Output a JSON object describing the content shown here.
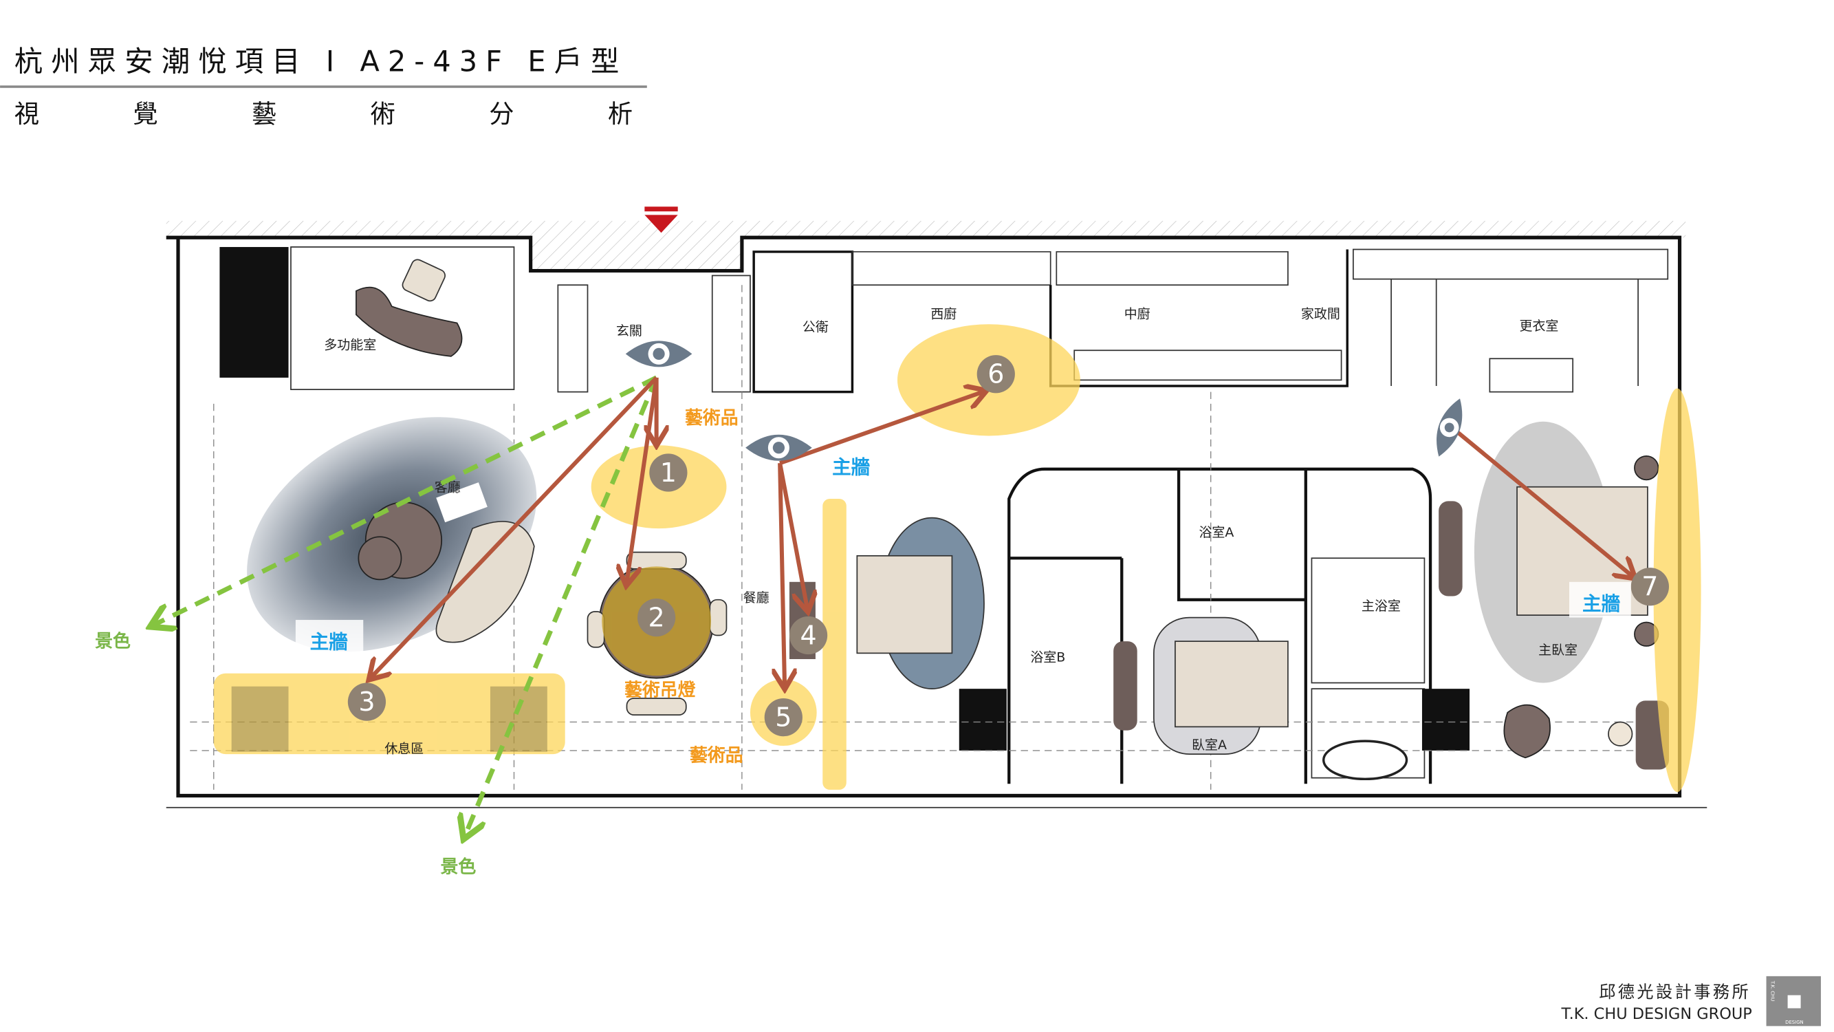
{
  "header": {
    "title": "杭州眾安潮悅項目 I A2-43F E戶型",
    "subtitle_chars": [
      "視",
      "覺",
      "藝",
      "術",
      "分",
      "析"
    ]
  },
  "rooms": {
    "multi": "多功能室",
    "foyer": "玄關",
    "public_wc": "公衛",
    "west_kitchen": "西廚",
    "chinese_kitchen": "中廚",
    "utility": "家政間",
    "closet": "更衣室",
    "living": "客廳",
    "dining": "餐廳",
    "bath_a": "浴室A",
    "bath_b": "浴室B",
    "master_bath": "主浴室",
    "bedroom_a": "臥室A",
    "master_bedroom": "主臥室",
    "lounge": "休息區"
  },
  "annotations": {
    "artwork_1": "藝術品",
    "artwork_2": "藝術品",
    "main_wall_1": "主牆",
    "main_wall_2": "主牆",
    "main_wall_3": "主牆",
    "art_chandelier": "藝術吊燈",
    "view_1": "景色",
    "view_2": "景色"
  },
  "markers": [
    "1",
    "2",
    "3",
    "4",
    "5",
    "6",
    "7"
  ],
  "colors": {
    "highlight": "#fdd65a",
    "arrow": "#b5573d",
    "sightline": "#85c440",
    "marker": "#8f8273",
    "eye": "#6b7a8a",
    "entrance": "#c8171e"
  },
  "footer": {
    "company_cn": "邱德光設計事務所",
    "company_en": "T.K. CHU DESIGN GROUP",
    "logo_text_side": "T.K. CHU",
    "logo_text_bottom": "DESIGN"
  }
}
